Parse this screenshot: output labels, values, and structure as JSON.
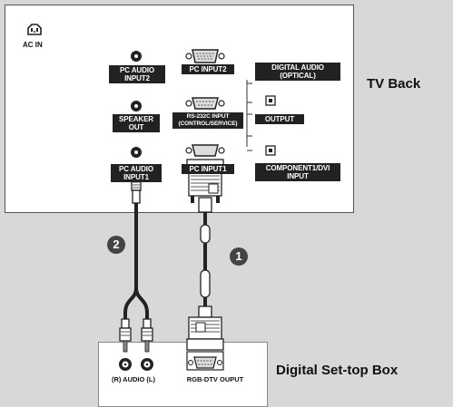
{
  "tv_back": {
    "title": "TV Back",
    "ac_in": "AC IN",
    "pc_audio_input2": [
      "PC AUDIO",
      "INPUT2"
    ],
    "pc_input2": "PC INPUT2",
    "digital_audio": [
      "DIGITAL AUDIO",
      "(OPTICAL)"
    ],
    "speaker_out": [
      "SPEAKER",
      "OUT"
    ],
    "rs232c": [
      "RS-232C INPUT",
      "(CONTROL/SERVICE)"
    ],
    "output": "OUTPUT",
    "pc_audio_input1": [
      "PC AUDIO",
      "INPUT1"
    ],
    "pc_input1": "PC INPUT1",
    "component": [
      "COMPONENT1/DVI",
      "INPUT"
    ]
  },
  "connections": {
    "badge_1": "1",
    "badge_2": "2"
  },
  "set_top_box": {
    "title": "Digital Set-top Box",
    "audio_label": "(R) AUDIO (L)",
    "rgb_label": "RGB-DTV OUPUT"
  },
  "colors": {
    "background": "#d8d8d8",
    "panel": "#ffffff",
    "label_bg": "#222222",
    "badge": "#444444"
  }
}
